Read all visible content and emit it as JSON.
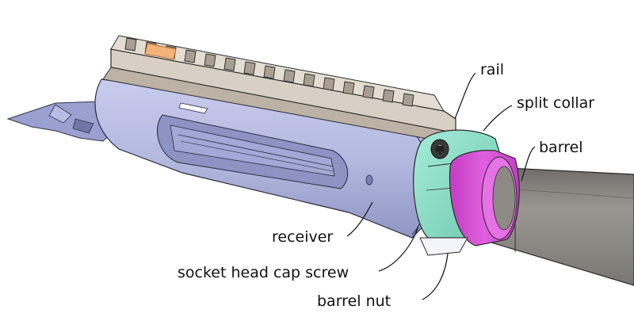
{
  "labels": {
    "rail": "rail",
    "split_collar": "split collar",
    "barrel": "barrel",
    "receiver": "receiver",
    "socket_head_cap_screw": "socket head cap screw",
    "barrel_nut": "barrel nut"
  },
  "colors": {
    "receiver": "#b4b9df",
    "rail": "#d8d0c4",
    "barrel": "#8d8a86",
    "barrel_nut": "#d94bd9",
    "split_collar": "#8ee0c8",
    "highlight": "#f2b27a"
  }
}
